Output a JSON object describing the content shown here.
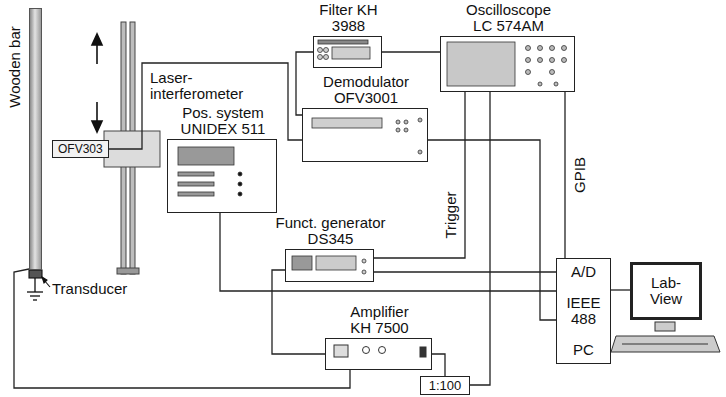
{
  "diagram": {
    "nodes": [
      {
        "text": [
          "Wooden bar"
        ]
      },
      {
        "text": [
          "OFV303"
        ]
      },
      {
        "text": [
          "Filter KH 3988"
        ]
      },
      {
        "text": [
          "Oscilloscope LC 574AM"
        ]
      },
      {
        "text": [
          "Demodulator OFV3001"
        ]
      },
      {
        "text": [
          "Pos. system UNIDEX 511"
        ]
      },
      {
        "text": [
          "Funct. generator DS345"
        ]
      },
      {
        "text": [
          "Amplifier KH 7500"
        ]
      },
      {
        "text": [
          "A/D",
          "IEEE 488",
          "PC"
        ]
      },
      {
        "text": [
          "Lab- View"
        ]
      },
      {
        "text": [
          "1:100"
        ]
      }
    ],
    "edges": [
      {
        "from": 1,
        "to": 4,
        "arrow": "none"
      },
      {
        "from": 4,
        "to": 2,
        "arrow": "none"
      },
      {
        "from": 2,
        "to": 3,
        "arrow": "none"
      },
      {
        "from": 4,
        "to": 8,
        "arrow": "none"
      },
      {
        "from": 3,
        "to": 8,
        "label": "GPIB",
        "arrow": "none"
      },
      {
        "from": 5,
        "to": 8,
        "arrow": "none"
      },
      {
        "from": 6,
        "to": 8,
        "arrow": "none"
      },
      {
        "from": 6,
        "to": 3,
        "label": "Trigger",
        "arrow": "none"
      },
      {
        "from": 6,
        "to": 7,
        "arrow": "none"
      },
      {
        "from": 7,
        "to": 10,
        "arrow": "none"
      },
      {
        "from": 10,
        "to": 3,
        "arrow": "none"
      },
      {
        "from": 7,
        "to": 0,
        "arrow": "none"
      },
      {
        "from": 8,
        "to": 9,
        "arrow": "none"
      }
    ],
    "labels": [
      "Laser-interferometer",
      "Transducer"
    ]
  }
}
